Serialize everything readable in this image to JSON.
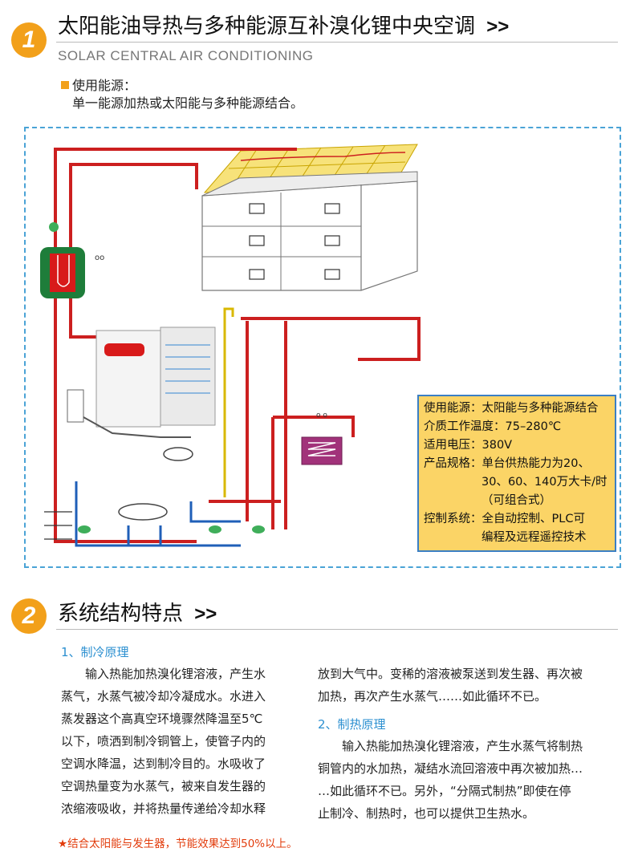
{
  "section1": {
    "number": "1",
    "title": "太阳能油导热与多种能源互补溴化锂中央空调",
    "arrows": ">>",
    "subtitle": "SOLAR CENTRAL AIR CONDITIONING",
    "energy_label": "使用能源：",
    "energy_text": "单一能源加热或太阳能与多种能源结合。"
  },
  "diagram": {
    "spec_box": {
      "rows": [
        {
          "label": "使用能源：",
          "value": "太阳能与多种能源结合"
        },
        {
          "label": "介质工作温度：",
          "value": "75–280℃"
        },
        {
          "label": "适用电压：",
          "value": "380V"
        },
        {
          "label": "产品规格：",
          "value": "单台供热能力为20、"
        },
        {
          "label": "",
          "value": "30、60、140万大卡/时"
        },
        {
          "label": "",
          "value": "（可组合式）"
        },
        {
          "label": "控制系统：",
          "value": "全自动控制、PLC可"
        },
        {
          "label": "",
          "value": "编程及远程遥控技术"
        }
      ]
    },
    "colors": {
      "pipe_red": "#cc1f1f",
      "pipe_blue": "#1f5fb8",
      "frame": "#4aa3d6",
      "spec_bg": "#fbd466",
      "accent": "#f2a01a"
    }
  },
  "section2": {
    "number": "2",
    "title": "系统结构特点",
    "arrows": ">>",
    "cooling_head": "1、制冷原理",
    "cooling_lines": [
      "输入热能加热溴化锂溶液，产生水",
      "蒸气，水蒸气被冷却冷凝成水。水进入",
      "蒸发器这个高真空环境骤然降温至5℃",
      "以下，喷洒到制冷铜管上，使管子内的",
      "空调水降温，达到制冷目的。水吸收了",
      "空调热量变为水蒸气，被来自发生器的",
      "浓缩液吸收，并将热量传递给冷却水释"
    ],
    "cooling_cont": [
      "放到大气中。变稀的溶液被泵送到发生器、再次被",
      "加热，再次产生水蒸气……如此循环不已。"
    ],
    "heating_head": "2、制热原理",
    "heating_lines": [
      "输入热能加热溴化锂溶液，产生水蒸气将制热",
      "铜管内的水加热，凝结水流回溶液中再次被加热…",
      "…如此循环不已。另外，“分隔式制热”即使在停",
      "止制冷、制热时，也可以提供卫生热水。"
    ],
    "note": "★结合太阳能与发生器，节能效果达到50%以上。"
  }
}
